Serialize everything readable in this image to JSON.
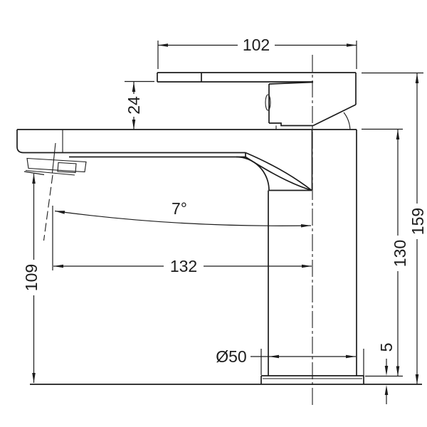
{
  "drawing": {
    "type": "faucet-technical-drawing",
    "line_color": "#1c1c1c",
    "background_color": "#ffffff",
    "dims": {
      "top_width": "102",
      "handle_height": "24",
      "spout_angle": "7°",
      "spout_reach": "132",
      "outlet_height": "109",
      "base_diameter": "Ø50",
      "base_plate_thickness": "5",
      "body_height": "130",
      "overall_height": "159"
    }
  }
}
